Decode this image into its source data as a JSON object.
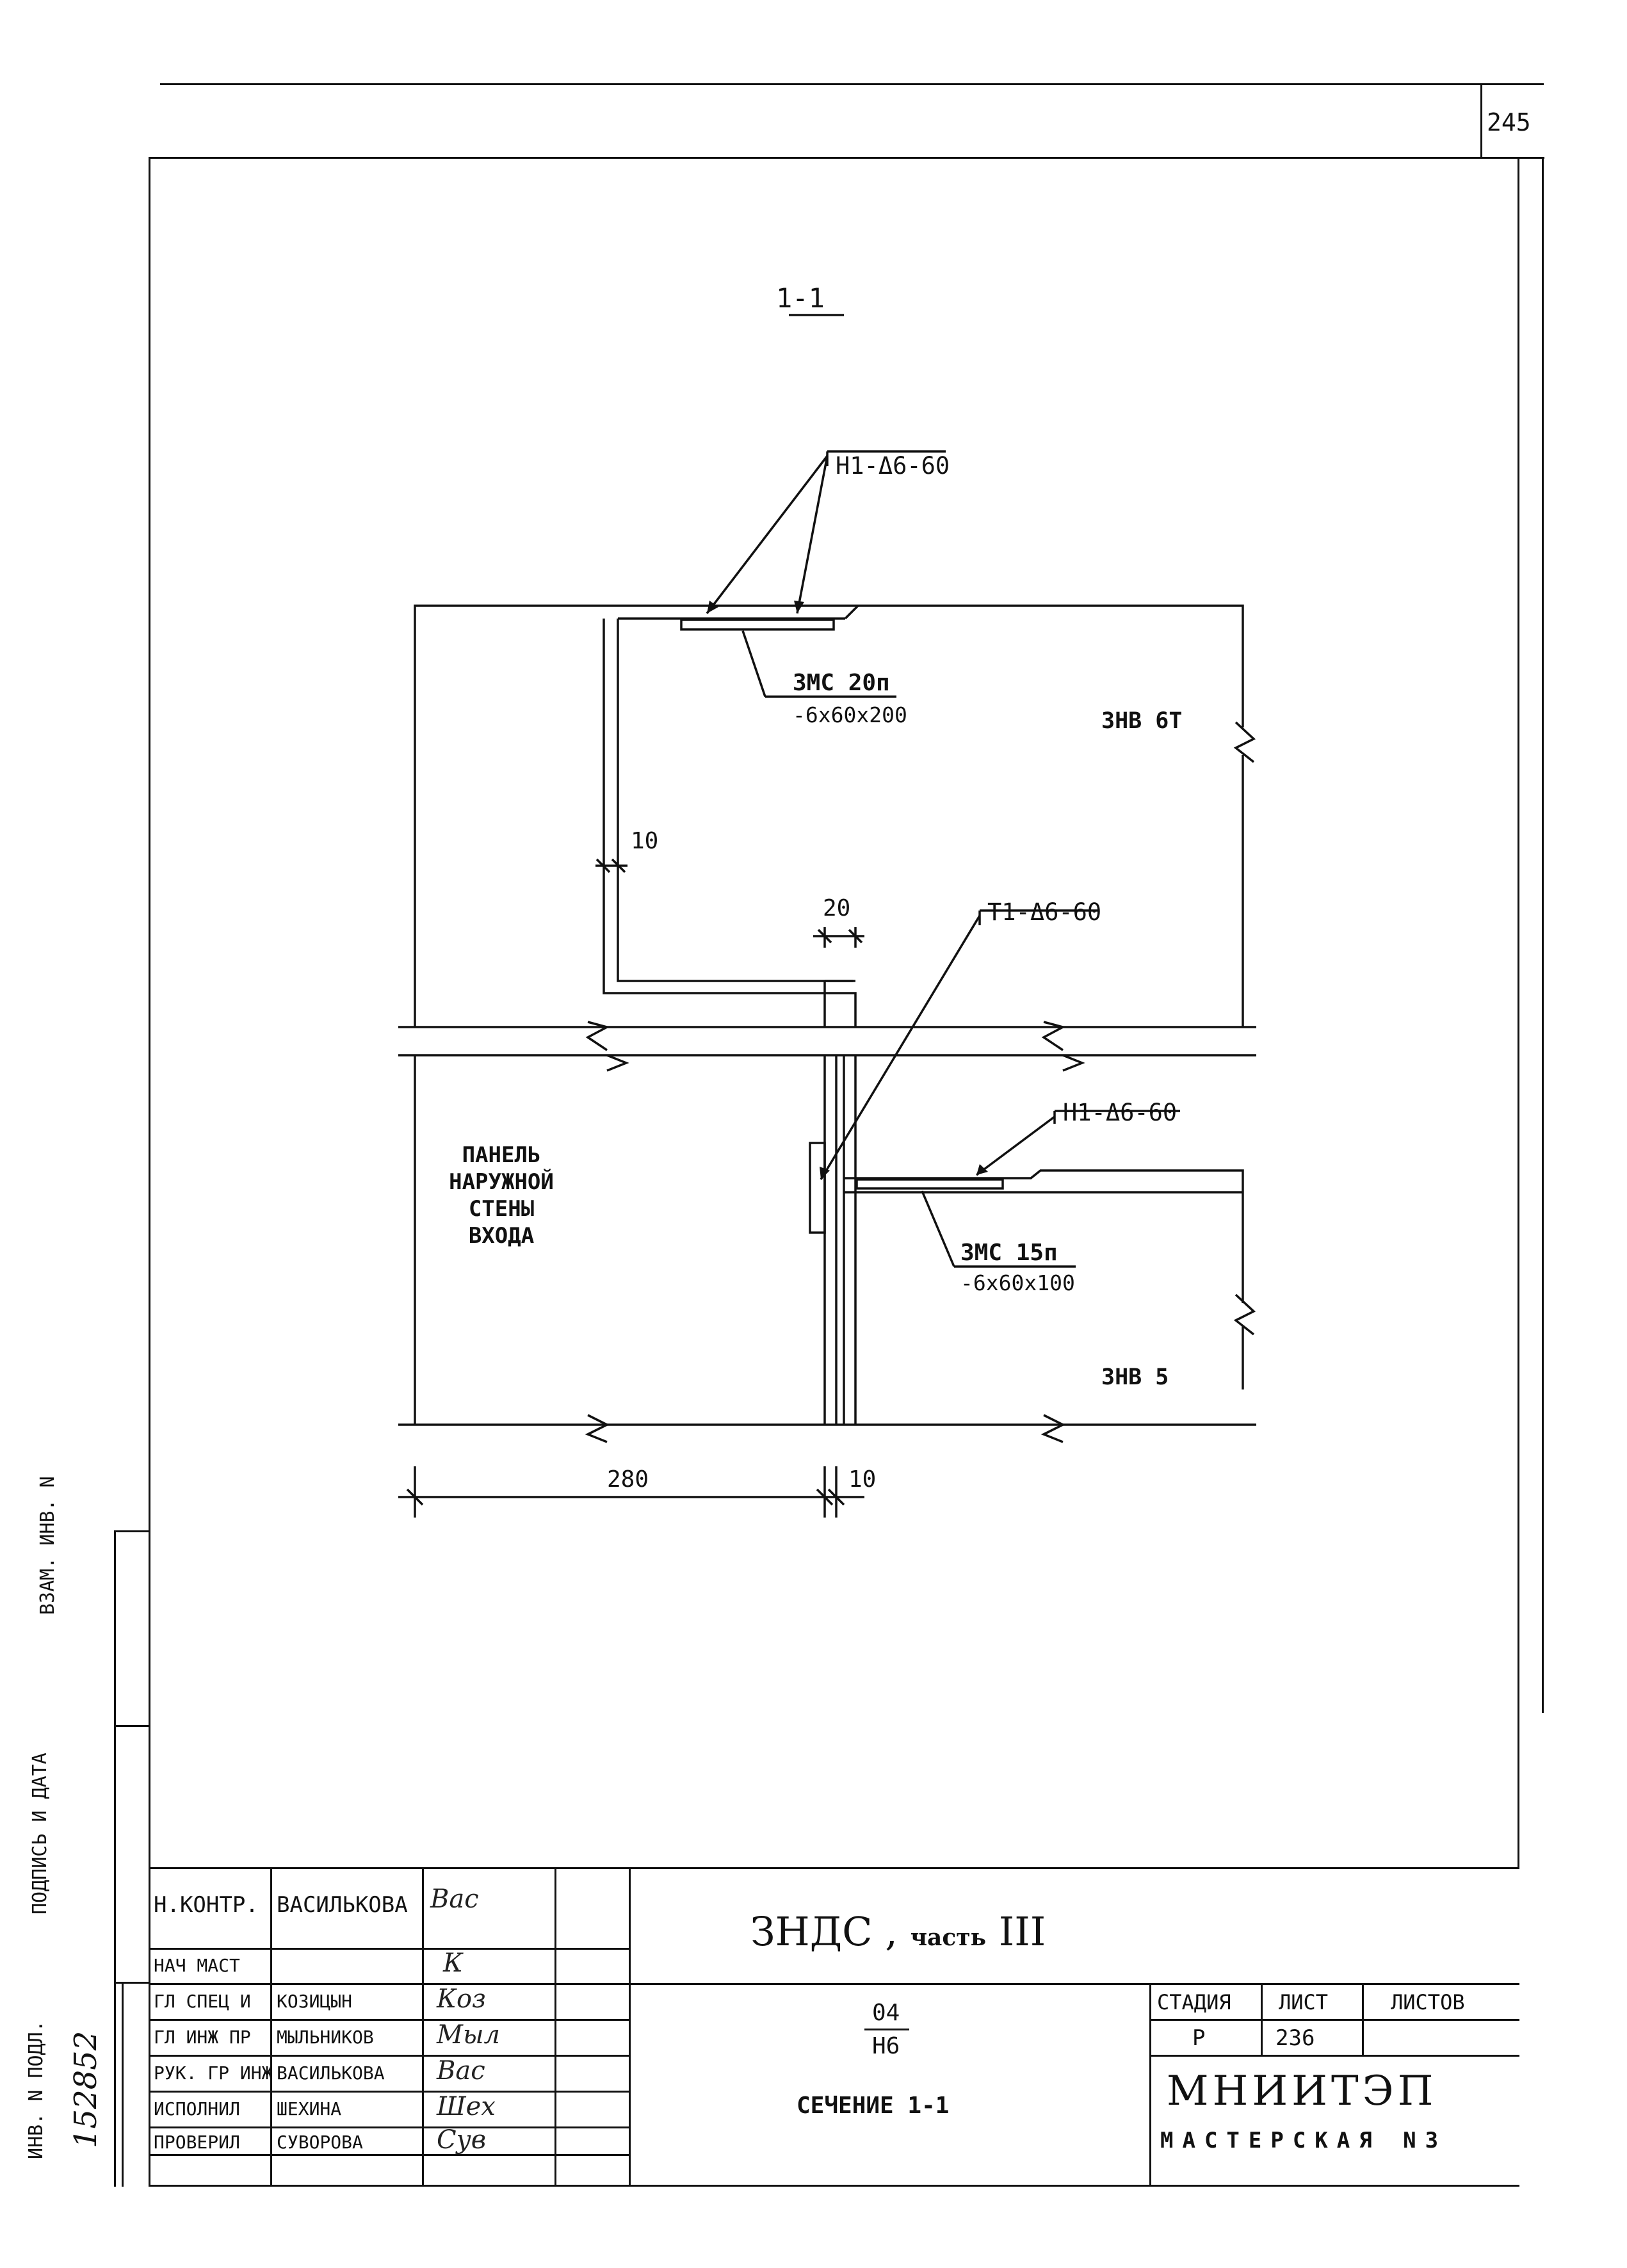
{
  "sheet_number": "245",
  "drawing": {
    "section_title": "1-1",
    "callouts": {
      "weld_top": "Н1-Δ6-60",
      "weld_mid": "Т1-Δ6-60",
      "weld_low": "Н1-Δ6-60",
      "plate_top_mark": "ЗМС 20п",
      "plate_top_size": "-6x60x200",
      "plate_low_mark": "ЗМС 15п",
      "plate_low_size": "-6x60x100",
      "panel_top": "ЗНВ 6Т",
      "panel_low": "ЗНВ 5"
    },
    "wall_panel_label": [
      "ПАНЕЛЬ",
      "НАРУЖНОЙ",
      "СТЕНЫ",
      "ВХОДА"
    ],
    "dimensions": {
      "gap_top": "10",
      "gap_mid": "20",
      "panel_width": "280",
      "gap_bottom": "10"
    }
  },
  "side_stamps": {
    "vzam_inv": "ВЗАМ. ИНВ. N",
    "podpis_data": "ПОДПИСЬ И ДАТА",
    "inv_podl": "ИНВ. N ПОДЛ.",
    "inv_podl_value": "152852"
  },
  "title_block": {
    "rows": [
      {
        "role": "Н.КОНТР.",
        "name": "ВАСИЛЬКОВА",
        "signature": "Вас"
      },
      {
        "role": "",
        "name": "",
        "signature": ""
      },
      {
        "role": "НАЧ МАСТ",
        "name": "",
        "signature": "К"
      },
      {
        "role": "ГЛ СПЕЦ И",
        "name": "КОЗИЦЫН",
        "signature": "Коз"
      },
      {
        "role": "ГЛ ИНЖ ПР",
        "name": "МЫЛЬНИКОВ",
        "signature": "Мыл"
      },
      {
        "role": "РУК. ГР ИНЖ",
        "name": "ВАСИЛЬКОВА",
        "signature": "Вас"
      },
      {
        "role": "ИСПОЛНИЛ",
        "name": "ШЕХИНА",
        "signature": "Шех"
      },
      {
        "role": "ПРОВЕРИЛ",
        "name": "СУВОРОВА",
        "signature": "Сув"
      }
    ],
    "project": "ЗНДС",
    "project_sep": ",",
    "project_part_word": "часть",
    "project_part_num": "III",
    "code_top": "04",
    "code_bottom": "Н6",
    "sheet_name": "СЕЧЕНИЕ 1-1",
    "stage_label": "СТАДИЯ",
    "sheet_label": "ЛИСТ",
    "sheets_label": "ЛИСТОВ",
    "stage": "Р",
    "sheet": "236",
    "sheets": "",
    "org": "МНИИТЭП",
    "workshop": "МАСТЕРСКАЯ N3"
  }
}
